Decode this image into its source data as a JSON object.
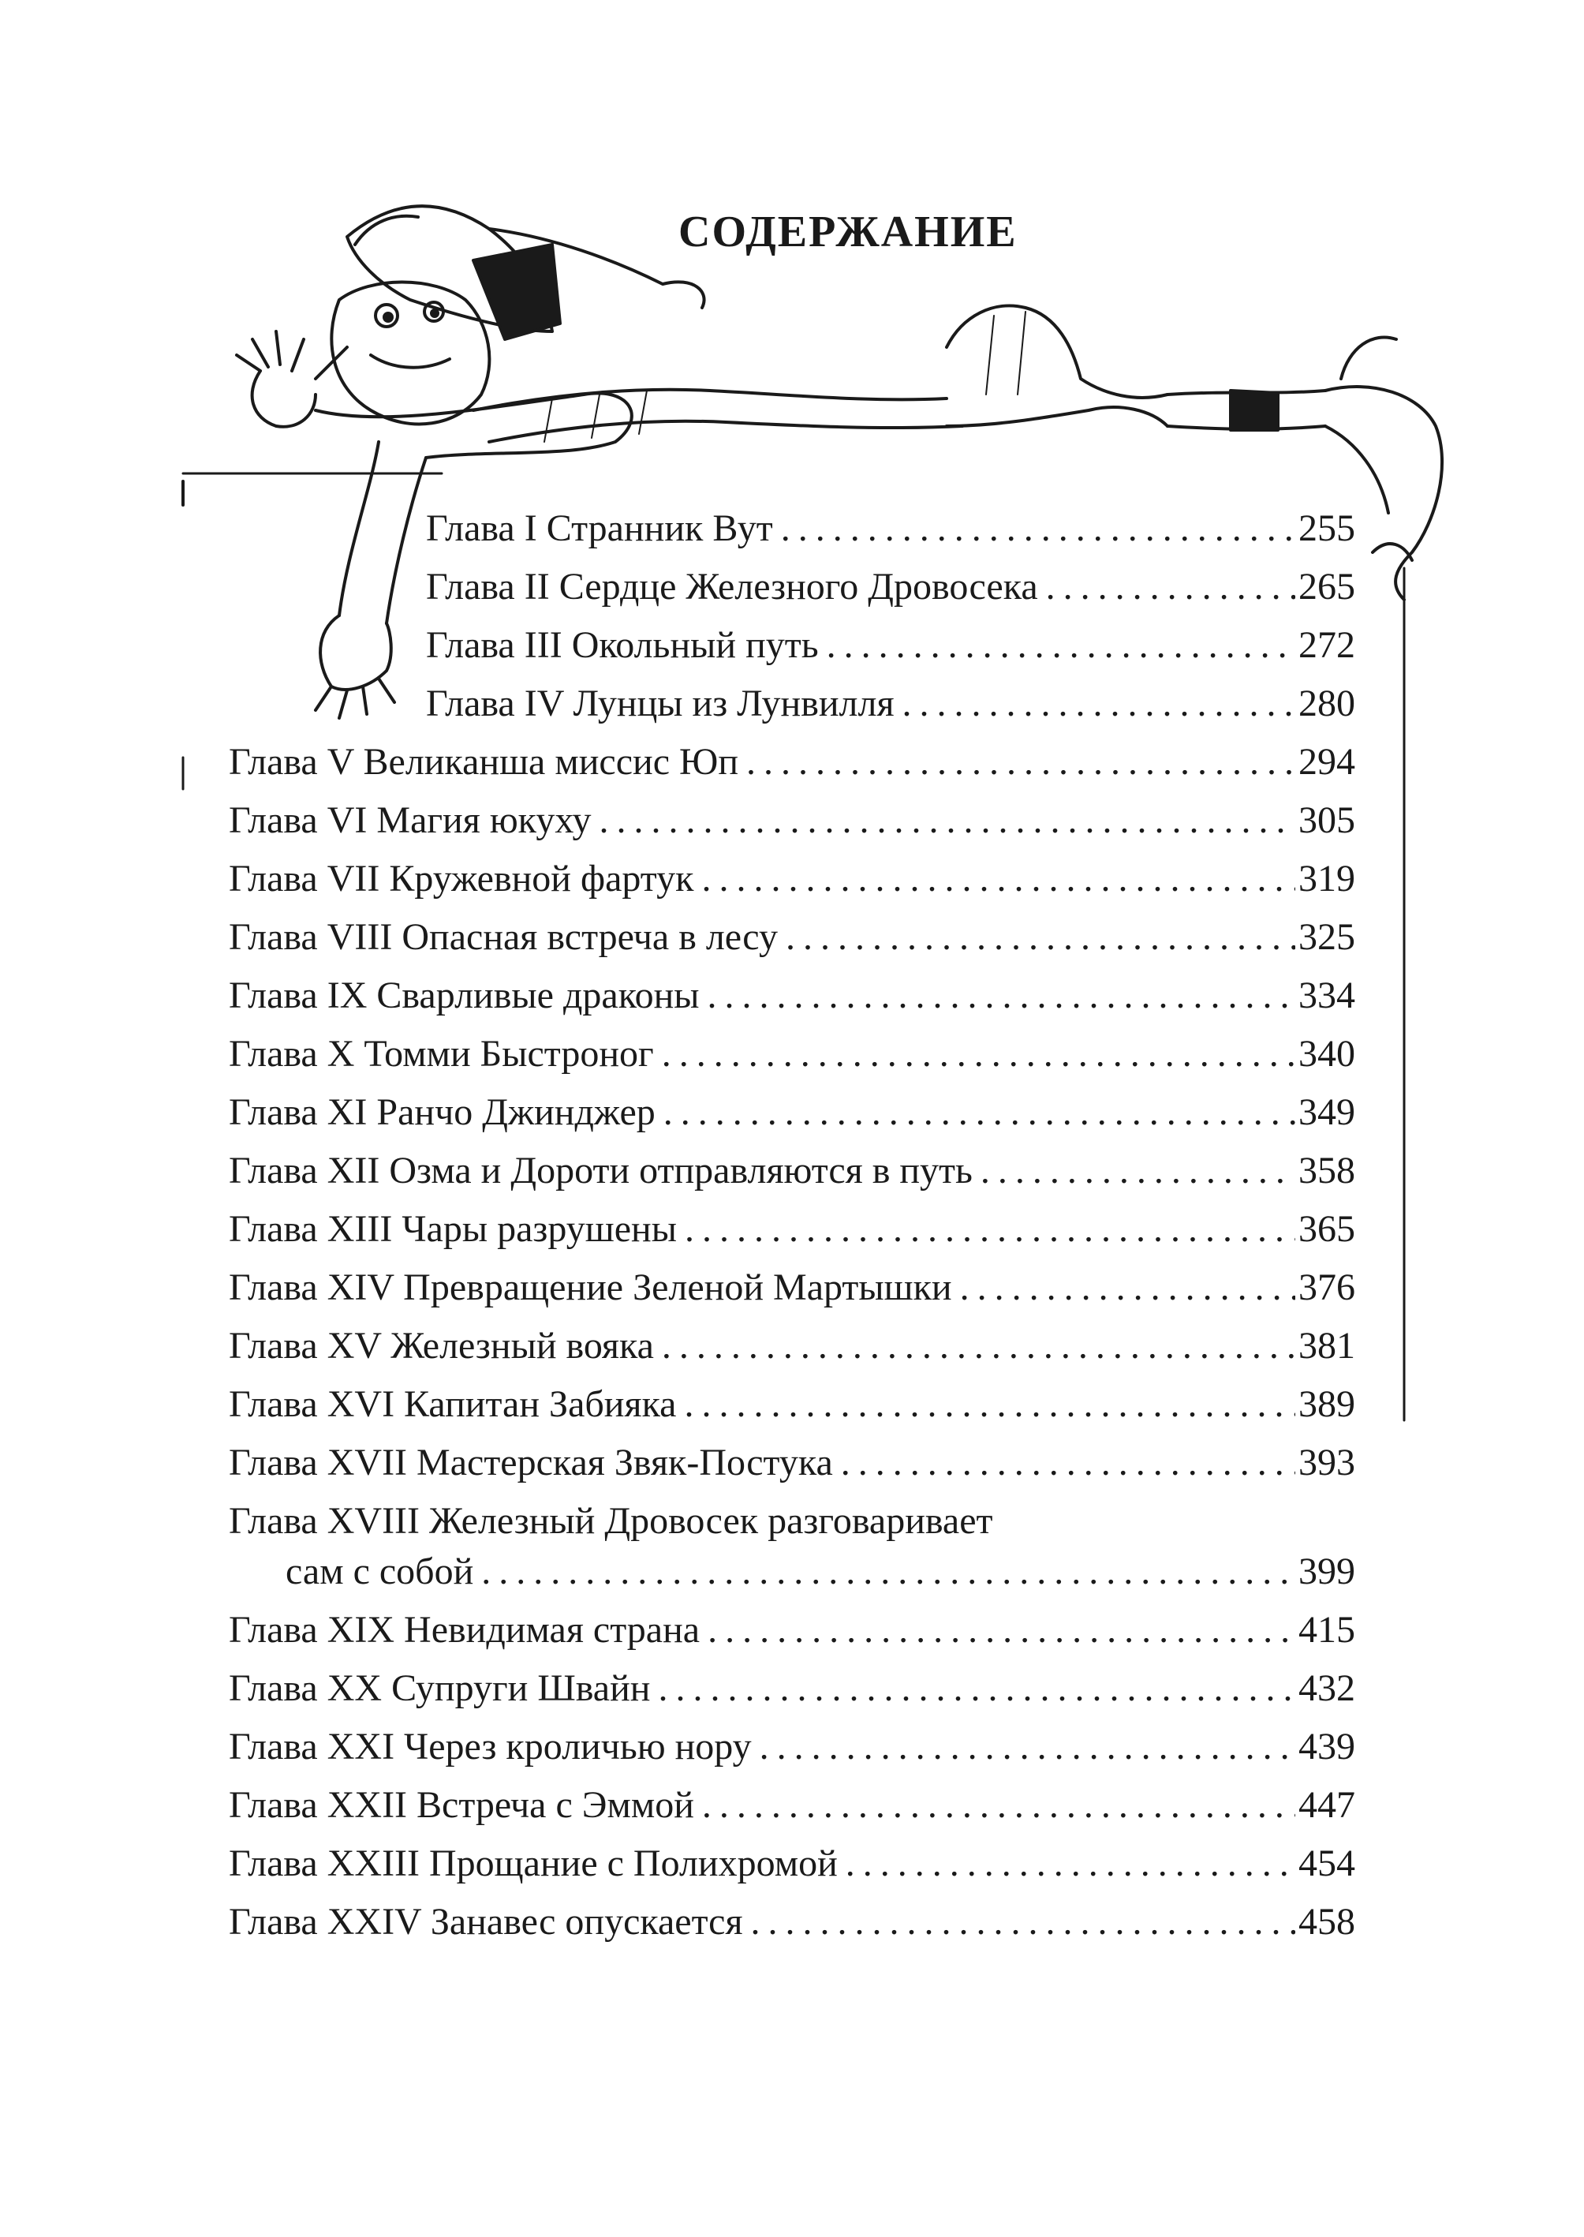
{
  "heading": "СОДЕРЖАНИЕ",
  "dot_leader": "................................................................................................",
  "entries": [
    {
      "label": "Глава I Странник Вут",
      "page": "255"
    },
    {
      "label": "Глава II Сердце Железного Дровосека",
      "page": "265"
    },
    {
      "label": "Глава III Окольный путь",
      "page": "272"
    },
    {
      "label": "Глава IV Лунцы из Лунвилля",
      "page": "280"
    },
    {
      "label": "Глава V Великанша миссис Юп",
      "page": "294"
    },
    {
      "label": "Глава VI Магия юкуху",
      "page": "305"
    },
    {
      "label": "Глава VII Кружевной фартук",
      "page": "319"
    },
    {
      "label": "Глава VIII Опасная встреча в лесу",
      "page": "325"
    },
    {
      "label": "Глава IX Сварливые драконы",
      "page": "334"
    },
    {
      "label": "Глава X Томми Быстроног",
      "page": "340"
    },
    {
      "label": "Глава XI Ранчо Джинджер",
      "page": "349"
    },
    {
      "label": "Глава XII Озма и Дороти отправляются в путь",
      "page": "358"
    },
    {
      "label": "Глава XIII Чары разрушены",
      "page": "365"
    },
    {
      "label": "Глава XIV Превращение Зеленой Мартышки",
      "page": "376"
    },
    {
      "label": "Глава XV Железный вояка",
      "page": "381"
    },
    {
      "label": "Глава XVI Капитан Забияка",
      "page": "389"
    },
    {
      "label": "Глава XVII Мастерская Звяк-Постука",
      "page": "393"
    },
    {
      "label": "Глава XVIII Железный Дровосек разговаривает",
      "label_cont": "сам с собой",
      "page": "399"
    },
    {
      "label": "Глава XIX Невидимая страна",
      "page": "415"
    },
    {
      "label": "Глава XX Супруги Швайн",
      "page": "432"
    },
    {
      "label": "Глава XXI Через кроличью нору",
      "page": "439"
    },
    {
      "label": "Глава XXII Встреча с Эммой",
      "page": "447"
    },
    {
      "label": "Глава XXIII Прощание с Полихромой",
      "page": "454"
    },
    {
      "label": "Глава XXIV Занавес опускается",
      "page": "458"
    }
  ]
}
